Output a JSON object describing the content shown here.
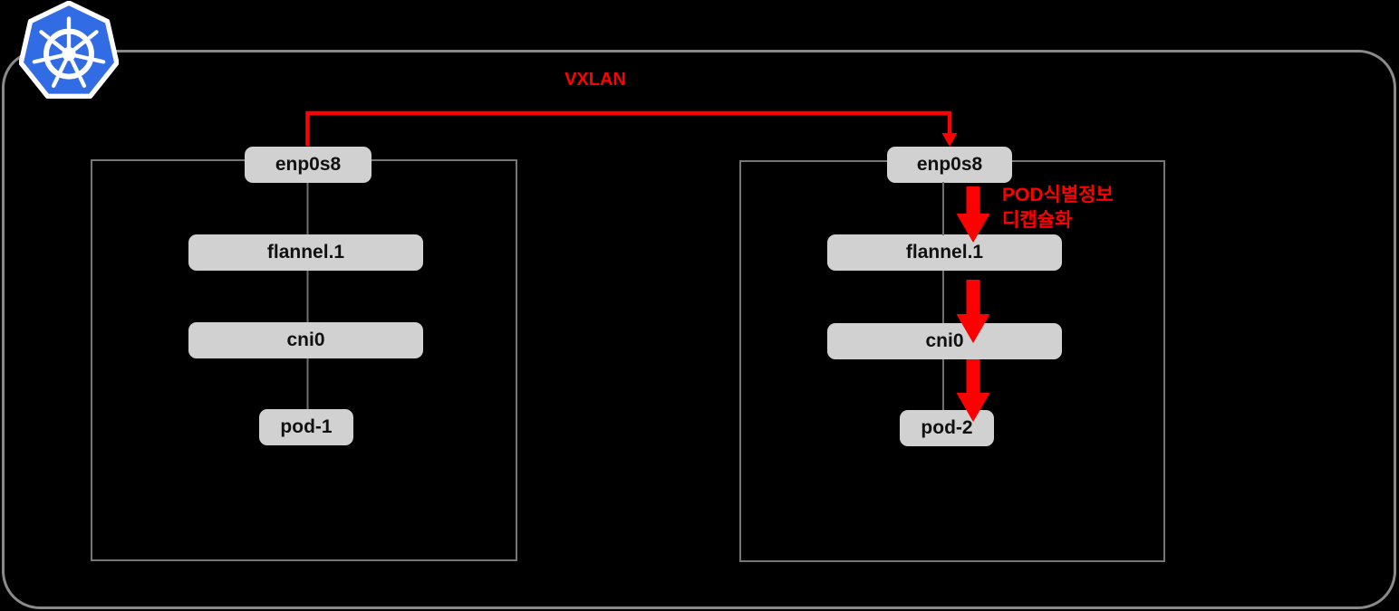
{
  "colors": {
    "background": "#000000",
    "frame_border": "#8a8a8a",
    "node_border": "#767676",
    "connector_line": "#6f6f6f",
    "box_fill": "#d1d1d1",
    "box_text": "#111111",
    "accent_red": "#ff0000",
    "kubernetes_blue": "#326ce5"
  },
  "logo": {
    "icon": "kubernetes-helm-icon"
  },
  "vxlan_arrow": {
    "label": "VXLAN"
  },
  "decapsulation_note": {
    "line1": "POD식별정보",
    "line2": "디캡슐화"
  },
  "left_node": {
    "boxes": [
      "enp0s8",
      "flannel.1",
      "cni0",
      "pod-1"
    ]
  },
  "right_node": {
    "boxes": [
      "enp0s8",
      "flannel.1",
      "cni0",
      "pod-2"
    ]
  }
}
